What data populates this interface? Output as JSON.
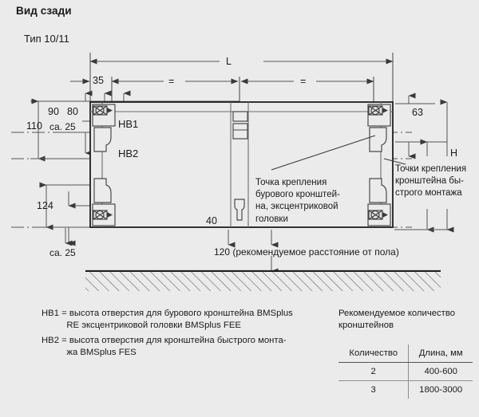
{
  "header": {
    "title": "Вид сзади",
    "subtitle": "Тип 10/11"
  },
  "drawing": {
    "dimensions": {
      "length_overall": "L",
      "height_overall": "H",
      "top_offset": "35",
      "equal_left": "=",
      "equal_right": "=",
      "left_90": "90",
      "left_80": "80",
      "left_110": "110",
      "left_ca25": "ca. 25",
      "left_124": "124",
      "right_63": "63",
      "center_40": "40",
      "bottom_ca25": "ca. 25",
      "floor_distance": "120 (рекомендуемое расстояние от пола)"
    },
    "labels": {
      "hb1": "HB1",
      "hb2": "HB2"
    },
    "callouts": {
      "center": "Точка крепления\nбурового кронштей-\nна, эксцентриковой\nголовки",
      "right": "Точки крепления\nкронштейна бы-\nстрого монтажа"
    }
  },
  "legend": {
    "lines": [
      "HB1 = высота отверстия для бурового кронштейна BMSplus",
      "          RE эксцентриковой головки BMSplus FEE",
      "HB2 = высота отверстия для кронштейна быстрого монта-",
      "          жа BMSplus FES"
    ]
  },
  "table": {
    "title": "Рекомендуемое количество\nкронштейнов",
    "headers": [
      "Количество",
      "Длина, мм"
    ],
    "rows": [
      [
        "2",
        "400-600"
      ],
      [
        "3",
        "1800-3000"
      ]
    ]
  },
  "colors": {
    "background": "#ebebeb",
    "ink": "#1a1a1a",
    "line": "#555555",
    "thin": "#8e8e8e"
  }
}
